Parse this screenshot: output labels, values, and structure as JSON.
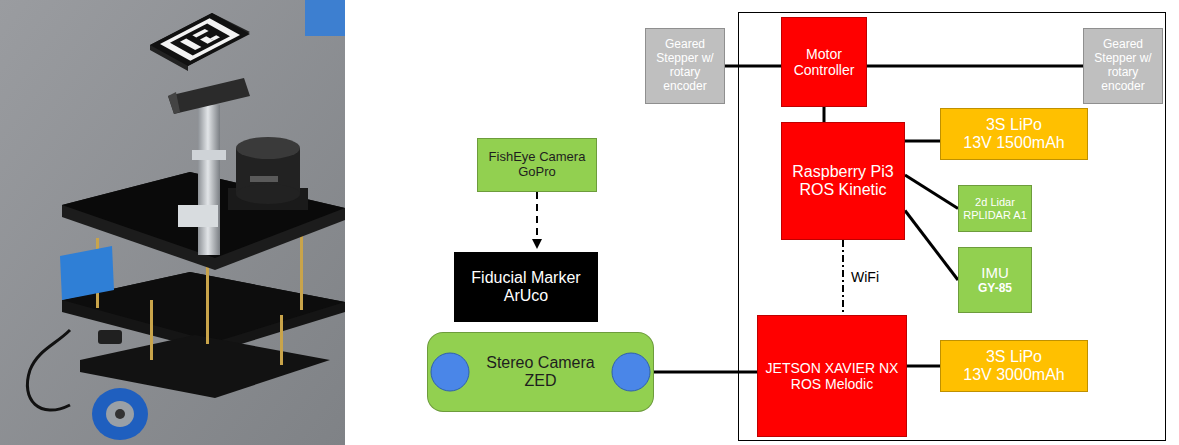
{
  "diagram": {
    "nodes": [
      {
        "text": [
          "Geared Stepper w/ rotary encoder"
        ]
      },
      {
        "text": [
          "Motor Controller"
        ]
      },
      {
        "text": [
          "Geared Stepper w/ rotary encoder"
        ]
      },
      {
        "text": [
          "FishEye Camera",
          "GoPro"
        ]
      },
      {
        "text": [
          "Raspberry Pi3",
          "ROS Kinetic"
        ]
      },
      {
        "text": [
          "3S LiPo",
          "13V 1500mAh"
        ]
      },
      {
        "text": [
          "2d Lidar",
          "RPLIDAR A1"
        ]
      },
      {
        "text": [
          "IMU",
          "GY-85"
        ]
      },
      {
        "text": [
          "Fiducial Marker",
          "ArUco"
        ]
      },
      {
        "text": [
          "Stereo Camera",
          "ZED"
        ]
      },
      {
        "text": [
          "JETSON XAVIER NX",
          "ROS Melodic"
        ]
      },
      {
        "text": [
          "3S LiPo",
          "13V 3000mAh"
        ]
      }
    ],
    "edges": [
      {
        "from": 0,
        "to": 1,
        "arrow": "none"
      },
      {
        "from": 1,
        "to": 2,
        "arrow": "none"
      },
      {
        "from": 1,
        "to": 4,
        "arrow": "none"
      },
      {
        "from": 3,
        "to": 8,
        "arrow": "to"
      },
      {
        "from": 4,
        "to": 5,
        "arrow": "none"
      },
      {
        "from": 4,
        "to": 6,
        "arrow": "none"
      },
      {
        "from": 4,
        "to": 7,
        "arrow": "none"
      },
      {
        "from": 4,
        "to": 10,
        "label": "WiFi",
        "arrow": "none"
      },
      {
        "from": 9,
        "to": 10,
        "arrow": "none"
      },
      {
        "from": 10,
        "to": 11,
        "arrow": "none"
      }
    ]
  }
}
